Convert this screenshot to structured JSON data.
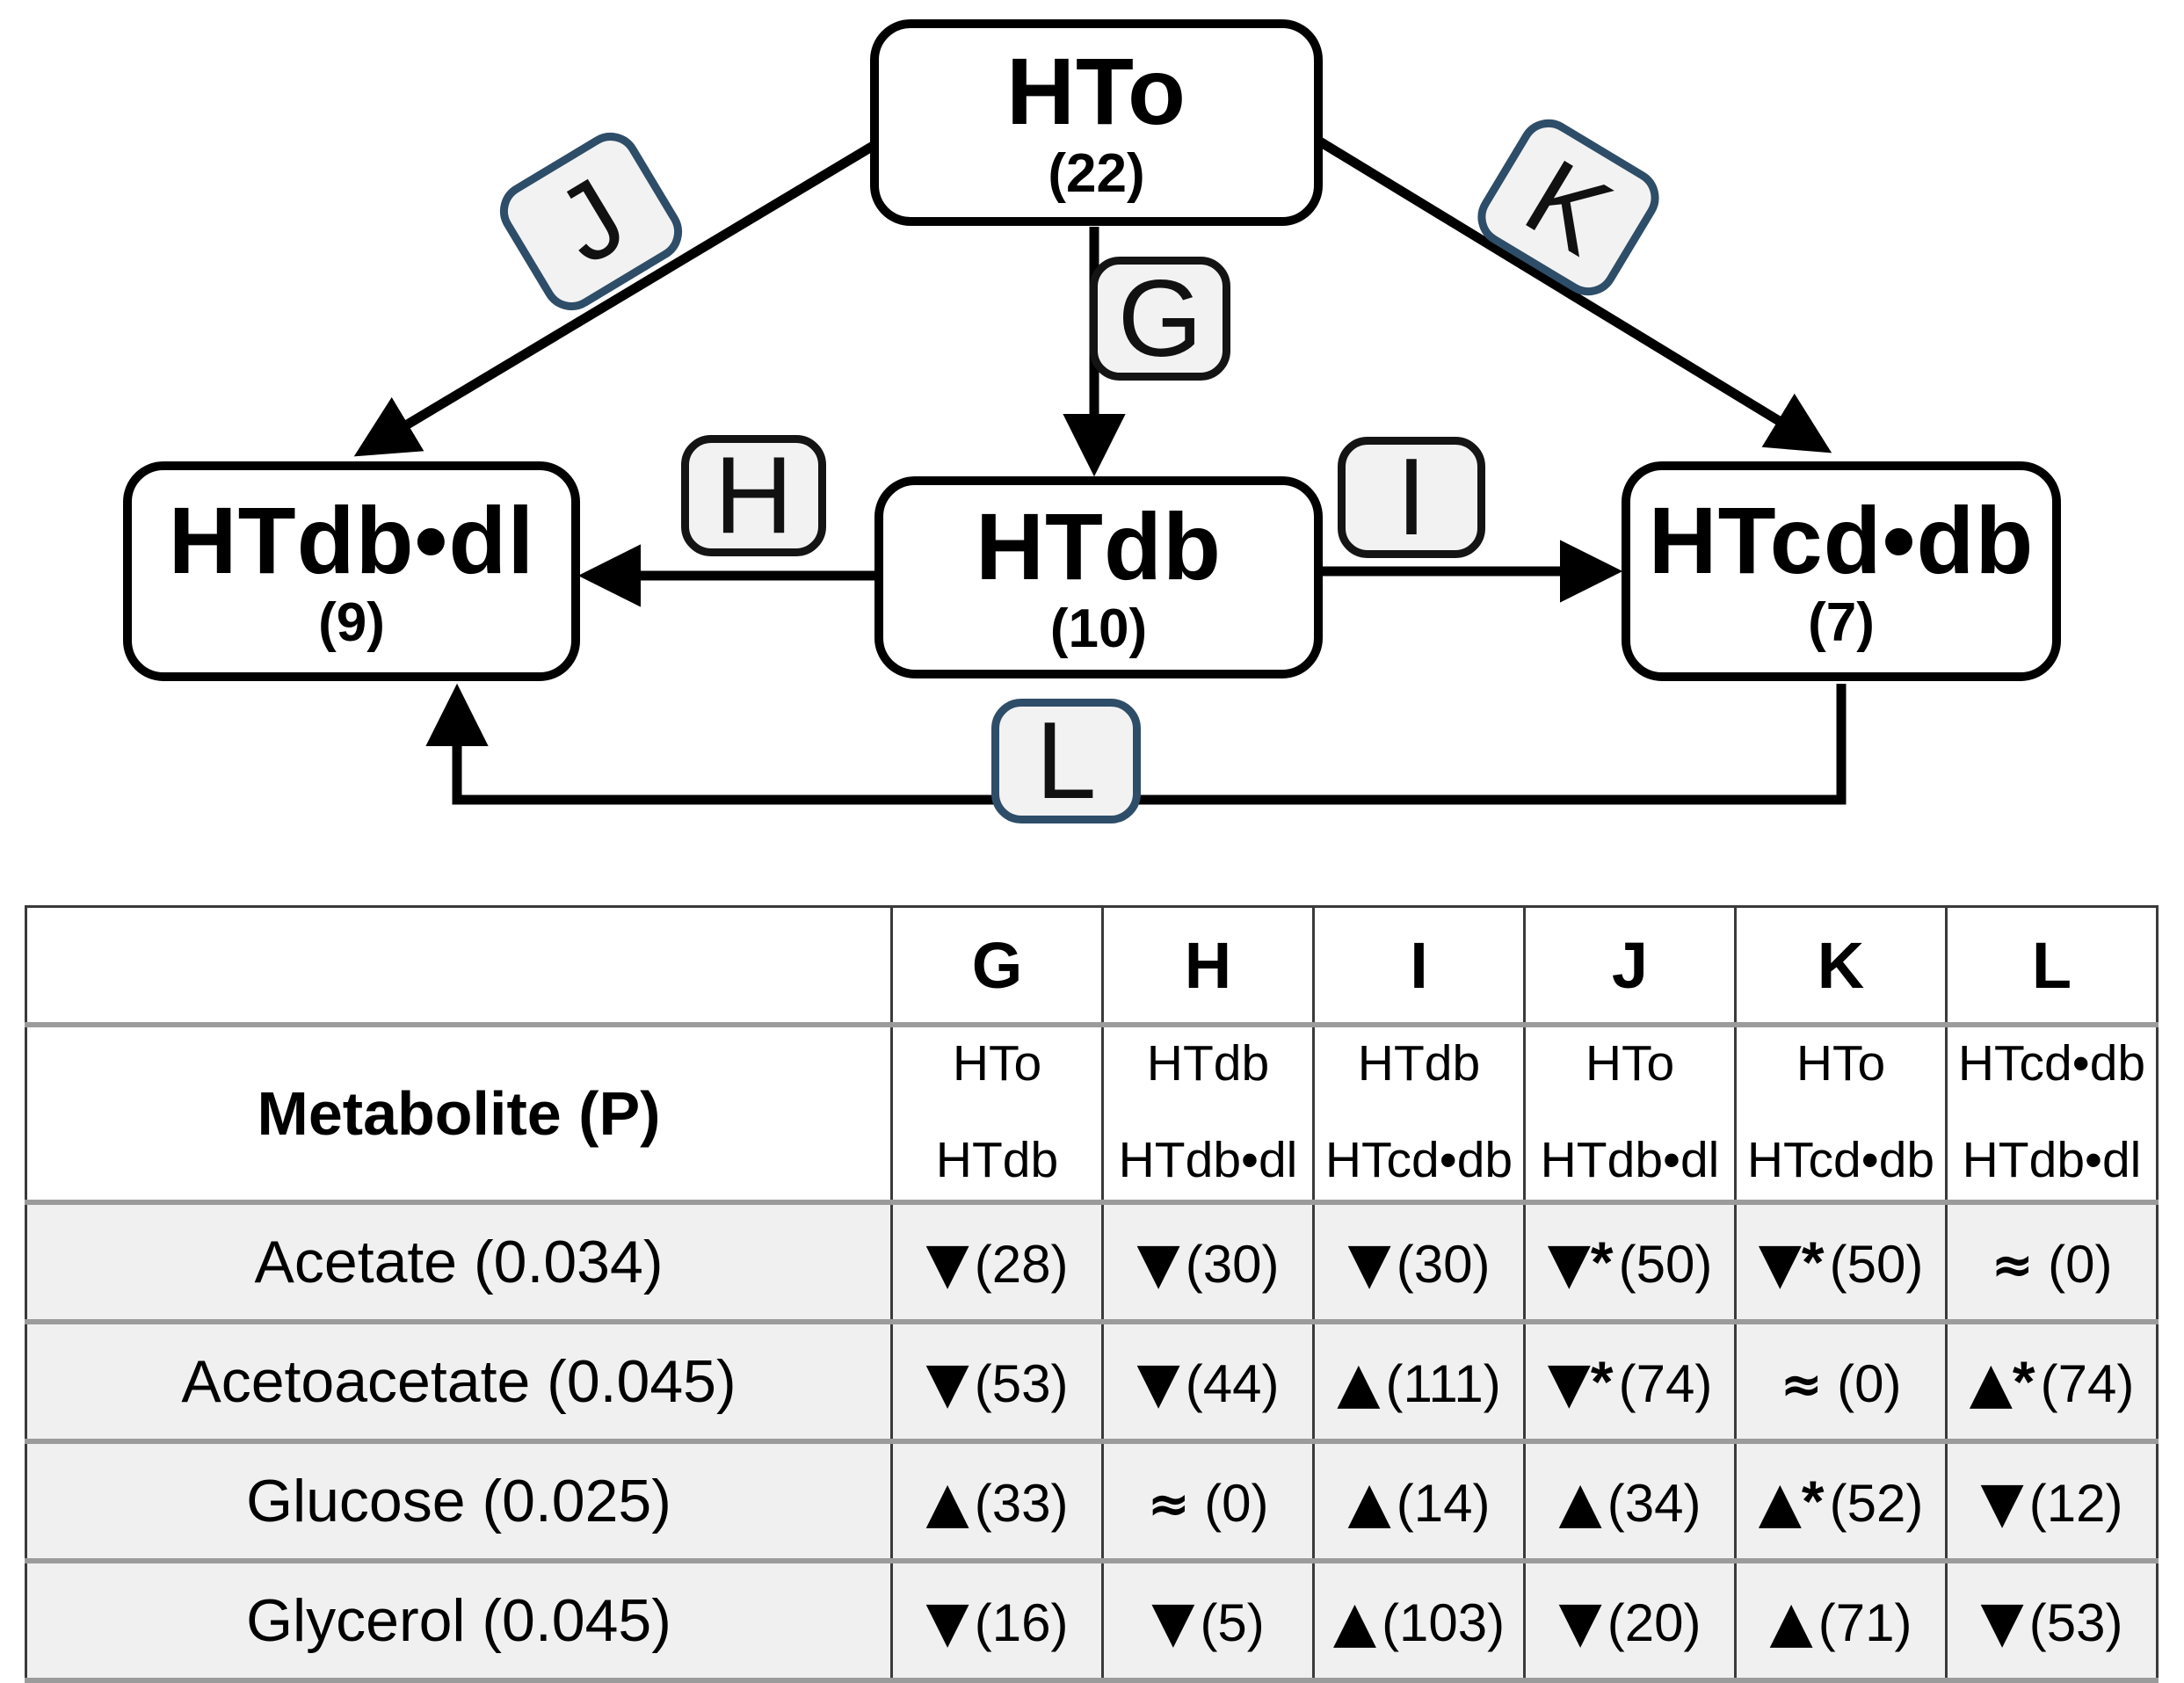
{
  "diagram": {
    "nodes": {
      "hto": {
        "label": "HTo",
        "count": "(22)"
      },
      "htdbdl": {
        "label": "HTdb•dl",
        "count": "(9)"
      },
      "htdb": {
        "label": "HTdb",
        "count": "(10)"
      },
      "htcddb": {
        "label": "HTcd•db",
        "count": "(7)"
      }
    },
    "edge_labels": {
      "G": "G",
      "H": "H",
      "I": "I",
      "J": "J",
      "K": "K",
      "L": "L"
    },
    "edges": [
      {
        "label": "G",
        "from": "HTo",
        "to": "HTdb"
      },
      {
        "label": "H",
        "from": "HTdb",
        "to": "HTdb•dl"
      },
      {
        "label": "I",
        "from": "HTdb",
        "to": "HTcd•db"
      },
      {
        "label": "J",
        "from": "HTo",
        "to": "HTdb•dl"
      },
      {
        "label": "K",
        "from": "HTo",
        "to": "HTcd•db"
      },
      {
        "label": "L",
        "from": "HTcd•db",
        "to": "HTdb•dl"
      }
    ],
    "colors": {
      "blue_border": "#2e4d68",
      "black_border": "#141414",
      "label_fill": "#f2f2f2"
    }
  },
  "table": {
    "metabolite_header": "Metabolite (P)",
    "columns": [
      {
        "letter": "G",
        "from": "HTo",
        "to": "HTdb"
      },
      {
        "letter": "H",
        "from": "HTdb",
        "to": "HTdb•dl"
      },
      {
        "letter": "I",
        "from": "HTdb",
        "to": "HTcd•db"
      },
      {
        "letter": "J",
        "from": "HTo",
        "to": "HTdb•dl"
      },
      {
        "letter": "K",
        "from": "HTo",
        "to": "HTcd•db"
      },
      {
        "letter": "L",
        "from": "HTcd•db",
        "to": "HTdb•dl"
      }
    ],
    "rows": [
      {
        "metabolite": "Acetate (0.034)",
        "cells": [
          {
            "symbol": "▼",
            "star": "",
            "value": "(28)"
          },
          {
            "symbol": "▼",
            "star": "",
            "value": "(30)"
          },
          {
            "symbol": "▼",
            "star": "",
            "value": "(30)"
          },
          {
            "symbol": "▼",
            "star": "*",
            "value": "(50)"
          },
          {
            "symbol": "▼",
            "star": "*",
            "value": "(50)"
          },
          {
            "symbol": "≈",
            "star": "",
            "value": "(0)"
          }
        ]
      },
      {
        "metabolite": "Acetoacetate (0.045)",
        "cells": [
          {
            "symbol": "▼",
            "star": "",
            "value": "(53)"
          },
          {
            "symbol": "▼",
            "star": "",
            "value": "(44)"
          },
          {
            "symbol": "▲",
            "star": "",
            "value": "(111)"
          },
          {
            "symbol": "▼",
            "star": "*",
            "value": "(74)"
          },
          {
            "symbol": "≈",
            "star": "",
            "value": "(0)"
          },
          {
            "symbol": "▲",
            "star": "*",
            "value": "(74)"
          }
        ]
      },
      {
        "metabolite": "Glucose (0.025)",
        "cells": [
          {
            "symbol": "▲",
            "star": "",
            "value": "(33)"
          },
          {
            "symbol": "≈",
            "star": "",
            "value": "(0)"
          },
          {
            "symbol": "▲",
            "star": "",
            "value": "(14)"
          },
          {
            "symbol": "▲",
            "star": "",
            "value": "(34)"
          },
          {
            "symbol": "▲",
            "star": "*",
            "value": "(52)"
          },
          {
            "symbol": "▼",
            "star": "",
            "value": "(12)"
          }
        ]
      },
      {
        "metabolite": "Glycerol (0.045)",
        "cells": [
          {
            "symbol": "▼",
            "star": "",
            "value": "(16)"
          },
          {
            "symbol": "▼",
            "star": "",
            "value": "(5)"
          },
          {
            "symbol": "▲",
            "star": "",
            "value": "(103)"
          },
          {
            "symbol": "▼",
            "star": "",
            "value": "(20)"
          },
          {
            "symbol": "▲",
            "star": "",
            "value": "(71)"
          },
          {
            "symbol": "▼",
            "star": "",
            "value": "(53)"
          }
        ]
      }
    ]
  }
}
